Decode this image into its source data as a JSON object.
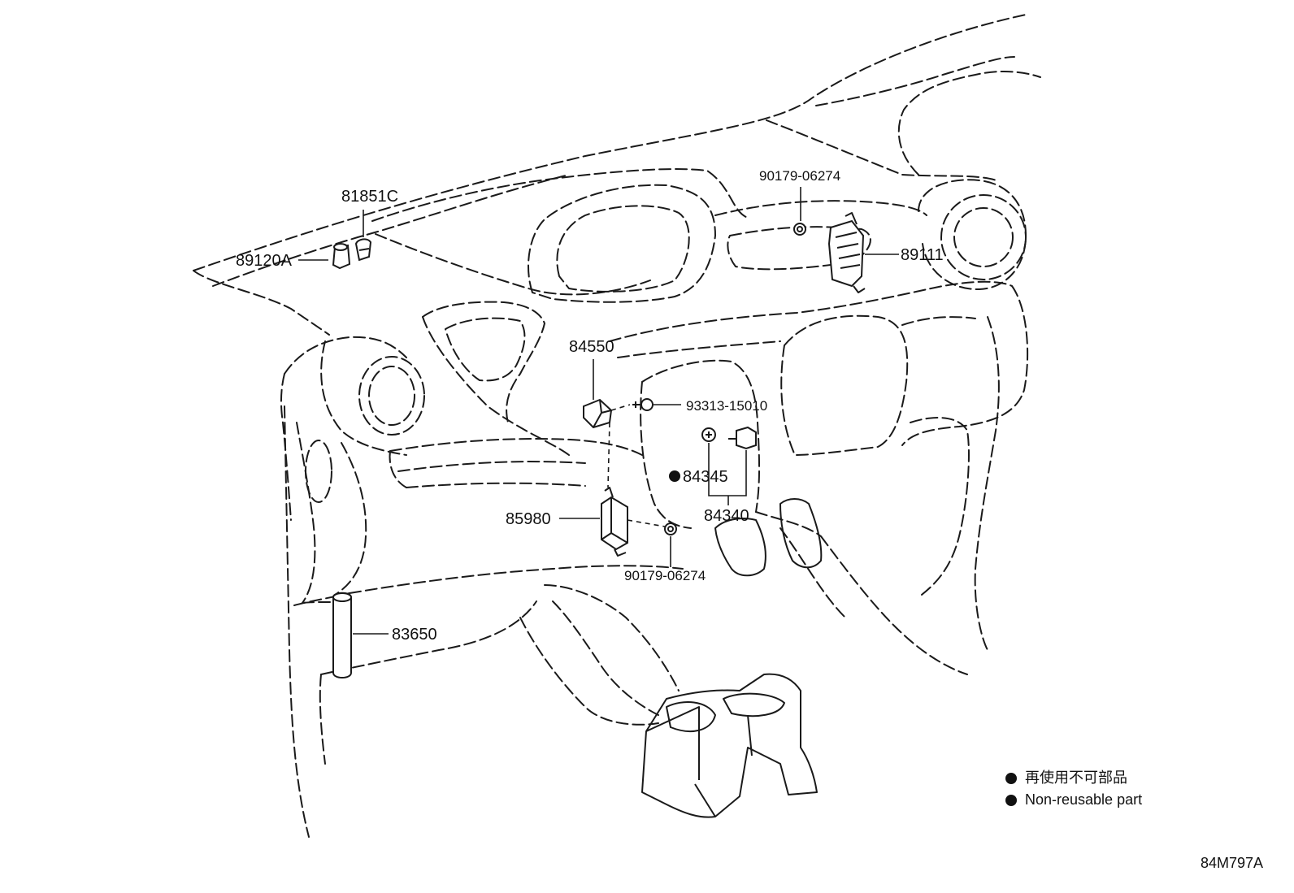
{
  "parts": {
    "p81851c": "81851C",
    "p89120a": "89120A",
    "p90179_top": "90179-06274",
    "p89111": "89111",
    "p84550": "84550",
    "p93313": "93313-15010",
    "p84345": "84345",
    "p84340": "84340",
    "p85980": "85980",
    "p90179_bottom": "90179-06274",
    "p83650": "83650"
  },
  "legend": {
    "line1": "再使用不可部品",
    "line2": "Non-reusable part"
  },
  "reference_code": "84M797A"
}
